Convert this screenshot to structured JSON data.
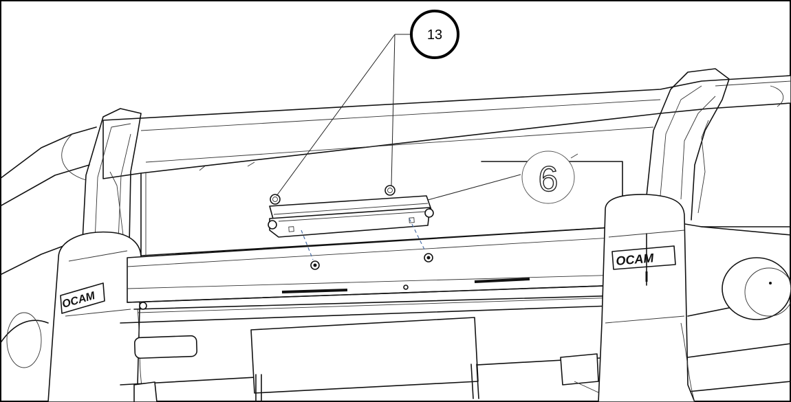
{
  "drawing": {
    "callout_13": "13",
    "callout_6": "6",
    "brand_left": "OCAM",
    "brand_right": "OCAM"
  }
}
